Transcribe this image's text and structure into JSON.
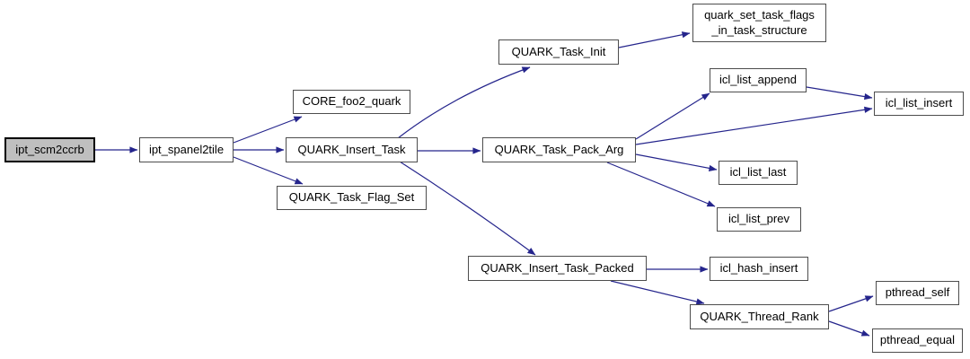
{
  "diagram": {
    "type": "call-graph",
    "background_color": "#ffffff",
    "edge_color": "#25258c",
    "node_border_color": "#4d4d4d",
    "node_fill_color": "#ffffff",
    "highlight_fill_color": "#bfbfbf",
    "highlight_border_color": "#000000",
    "nodes": [
      {
        "id": "ipt_scm2ccrb",
        "label": "ipt_scm2ccrb",
        "highlighted": true
      },
      {
        "id": "ipt_spanel2tile",
        "label": "ipt_spanel2tile",
        "highlighted": false
      },
      {
        "id": "CORE_foo2_quark",
        "label": "CORE_foo2_quark",
        "highlighted": false
      },
      {
        "id": "QUARK_Insert_Task",
        "label": "QUARK_Insert_Task",
        "highlighted": false
      },
      {
        "id": "QUARK_Task_Flag_Set",
        "label": "QUARK_Task_Flag_Set",
        "highlighted": false
      },
      {
        "id": "QUARK_Task_Init",
        "label": "QUARK_Task_Init",
        "highlighted": false
      },
      {
        "id": "quark_set_task_flags_in_task_structure",
        "label": "quark_set_task_flags\n_in_task_structure",
        "highlighted": false
      },
      {
        "id": "QUARK_Task_Pack_Arg",
        "label": "QUARK_Task_Pack_Arg",
        "highlighted": false
      },
      {
        "id": "icl_list_append",
        "label": "icl_list_append",
        "highlighted": false
      },
      {
        "id": "icl_list_insert",
        "label": "icl_list_insert",
        "highlighted": false
      },
      {
        "id": "icl_list_last",
        "label": "icl_list_last",
        "highlighted": false
      },
      {
        "id": "icl_list_prev",
        "label": "icl_list_prev",
        "highlighted": false
      },
      {
        "id": "QUARK_Insert_Task_Packed",
        "label": "QUARK_Insert_Task_Packed",
        "highlighted": false
      },
      {
        "id": "icl_hash_insert",
        "label": "icl_hash_insert",
        "highlighted": false
      },
      {
        "id": "QUARK_Thread_Rank",
        "label": "QUARK_Thread_Rank",
        "highlighted": false
      },
      {
        "id": "pthread_self",
        "label": "pthread_self",
        "highlighted": false
      },
      {
        "id": "pthread_equal",
        "label": "pthread_equal",
        "highlighted": false
      }
    ],
    "edges": [
      {
        "from": "ipt_scm2ccrb",
        "to": "ipt_spanel2tile"
      },
      {
        "from": "ipt_spanel2tile",
        "to": "CORE_foo2_quark"
      },
      {
        "from": "ipt_spanel2tile",
        "to": "QUARK_Insert_Task"
      },
      {
        "from": "ipt_spanel2tile",
        "to": "QUARK_Task_Flag_Set"
      },
      {
        "from": "QUARK_Insert_Task",
        "to": "QUARK_Task_Init"
      },
      {
        "from": "QUARK_Insert_Task",
        "to": "QUARK_Task_Pack_Arg"
      },
      {
        "from": "QUARK_Insert_Task",
        "to": "QUARK_Insert_Task_Packed"
      },
      {
        "from": "QUARK_Task_Init",
        "to": "quark_set_task_flags_in_task_structure"
      },
      {
        "from": "QUARK_Task_Pack_Arg",
        "to": "icl_list_append"
      },
      {
        "from": "QUARK_Task_Pack_Arg",
        "to": "icl_list_insert"
      },
      {
        "from": "icl_list_append",
        "to": "icl_list_insert"
      },
      {
        "from": "QUARK_Task_Pack_Arg",
        "to": "icl_list_last"
      },
      {
        "from": "QUARK_Task_Pack_Arg",
        "to": "icl_list_prev"
      },
      {
        "from": "QUARK_Insert_Task_Packed",
        "to": "icl_hash_insert"
      },
      {
        "from": "QUARK_Insert_Task_Packed",
        "to": "QUARK_Thread_Rank"
      },
      {
        "from": "QUARK_Thread_Rank",
        "to": "pthread_self"
      },
      {
        "from": "QUARK_Thread_Rank",
        "to": "pthread_equal"
      }
    ]
  }
}
